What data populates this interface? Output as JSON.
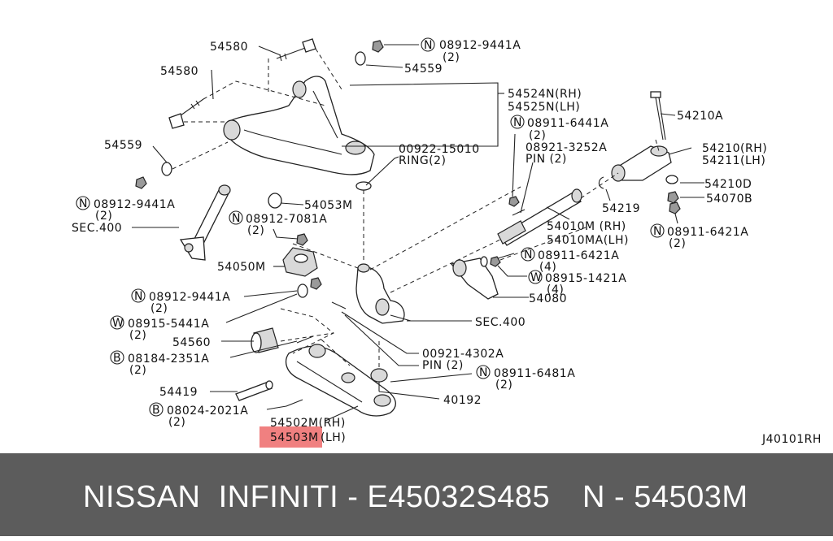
{
  "diagram": {
    "code": "J40101RH",
    "highlight_color": "#f08080",
    "labels": {
      "l1": "54580",
      "l2": "N",
      "l3": "08912-9441A",
      "l4": "(2)",
      "l5": "54580",
      "l6": "54559",
      "l7": "54524N(RH)",
      "l8": "54525N(LH)",
      "l9": "N",
      "l10": "08911-6441A",
      "l11": "(2)",
      "l12": "54210A",
      "l13": "54559",
      "l14": "00922-15010",
      "l15": "RING(2)",
      "l16": "08921-3252A",
      "l17": "PIN (2)",
      "l18": "54210(RH)",
      "l19": "54211(LH)",
      "l20": "54210D",
      "l21": "N",
      "l22": "08912-9441A",
      "l23": "(2)",
      "l24": "54053M",
      "l25": "54219",
      "l26": "54070B",
      "l27": "SEC.400",
      "l28": "N",
      "l29": "08912-7081A",
      "l30": "(2)",
      "l31": "54010M (RH)",
      "l32": "54010MA(LH)",
      "l33": "N",
      "l34": "08911-6421A",
      "l35": "(2)",
      "l36": "54050M",
      "l37": "N",
      "l38": "08911-6421A",
      "l39": "(4)",
      "l40": "W",
      "l41": "08915-1421A",
      "l42": "(4)",
      "l43": "N",
      "l44": "08912-9441A",
      "l45": "(2)",
      "l46": "54080",
      "l47": "W",
      "l48": "08915-5441A",
      "l49": "(2)",
      "l50": "SEC.400",
      "l51": "54560",
      "l52": "B",
      "l53": "08184-2351A",
      "l54": "(2)",
      "l55": "00921-4302A",
      "l56": "PIN (2)",
      "l57": "N",
      "l58": "08911-6481A",
      "l59": "(2)",
      "l60": "54419",
      "l61": "40192",
      "l62": "B",
      "l63": "08024-2021A",
      "l64": "(2)",
      "l65": "54502M(RH)",
      "l66": "54503M",
      "l67": "(LH)"
    }
  },
  "footer": {
    "left_text": "NISSAN  INFINITI - E45032S485",
    "right_text": "N - 54503M"
  }
}
